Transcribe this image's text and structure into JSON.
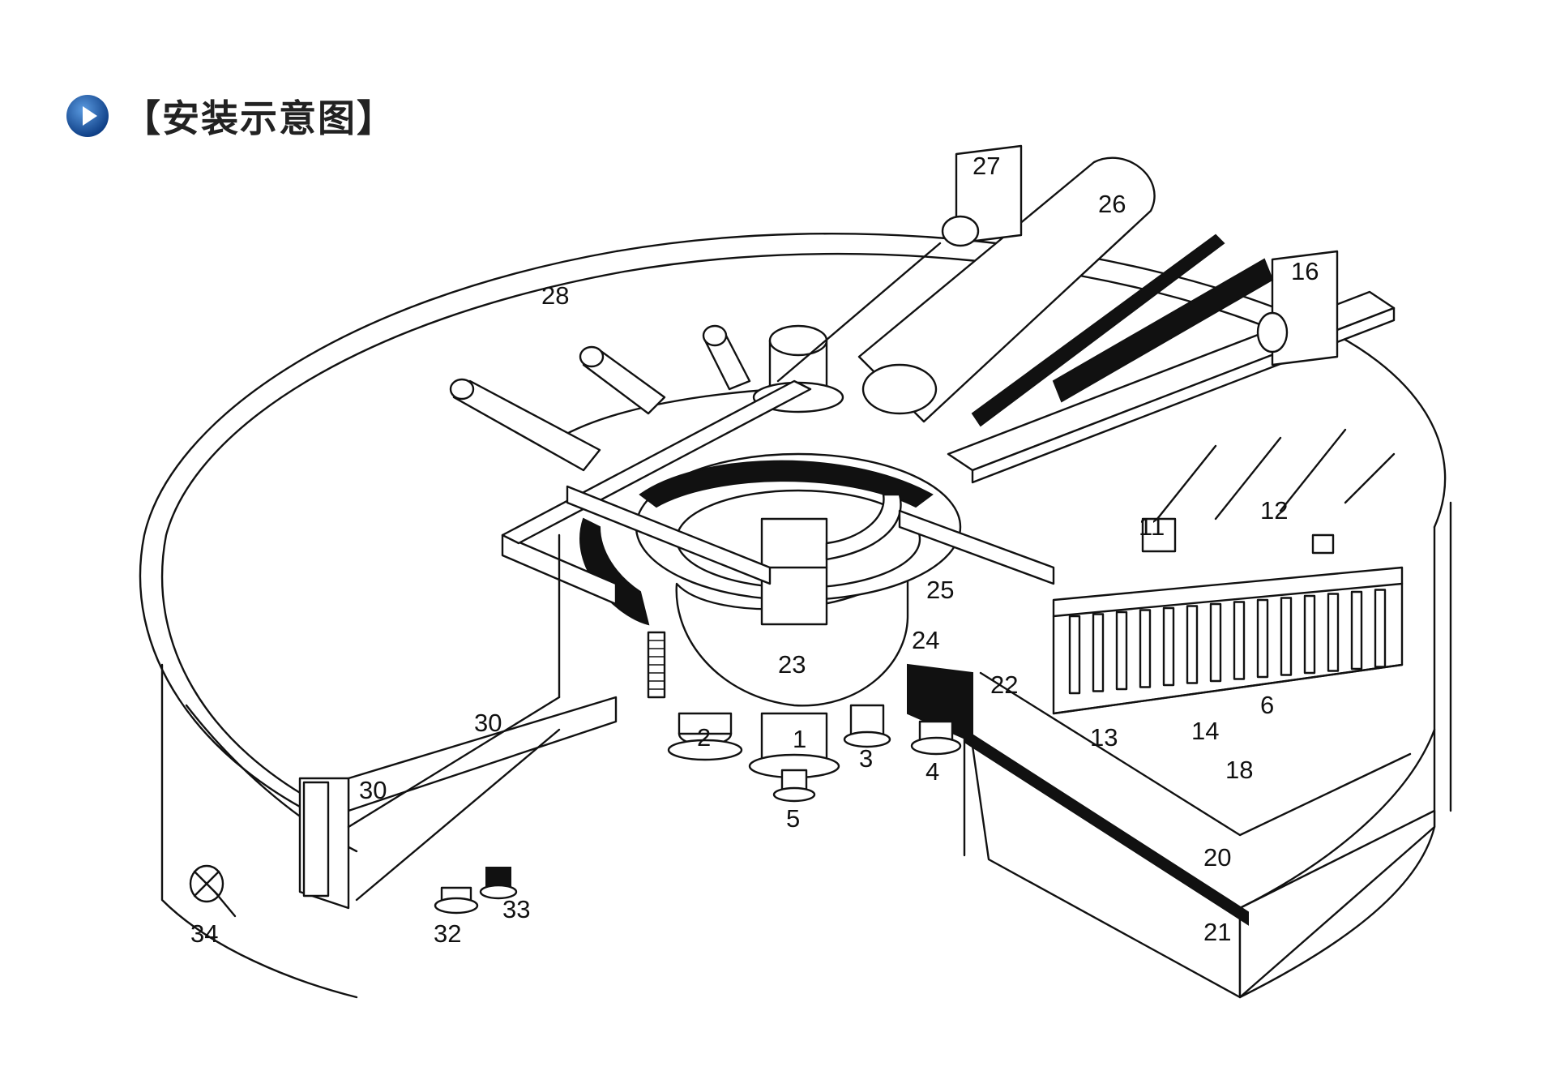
{
  "header": {
    "title": "【安装示意图】",
    "icon": "play-icon",
    "accent": "#1f5fae"
  },
  "labels": [
    {
      "key": "l1",
      "text": "1"
    },
    {
      "key": "l2",
      "text": "2"
    },
    {
      "key": "l3",
      "text": "3"
    },
    {
      "key": "l4",
      "text": "4"
    },
    {
      "key": "l5",
      "text": "5"
    },
    {
      "key": "l6",
      "text": "6"
    },
    {
      "key": "l11",
      "text": "11"
    },
    {
      "key": "l12",
      "text": "12"
    },
    {
      "key": "l13",
      "text": "13"
    },
    {
      "key": "l14",
      "text": "14"
    },
    {
      "key": "l16",
      "text": "16"
    },
    {
      "key": "l18",
      "text": "18"
    },
    {
      "key": "l20",
      "text": "20"
    },
    {
      "key": "l21",
      "text": "21"
    },
    {
      "key": "l22",
      "text": "22"
    },
    {
      "key": "l23",
      "text": "23"
    },
    {
      "key": "l24",
      "text": "24"
    },
    {
      "key": "l25",
      "text": "25"
    },
    {
      "key": "l26",
      "text": "26"
    },
    {
      "key": "l27",
      "text": "27"
    },
    {
      "key": "l28",
      "text": "28"
    },
    {
      "key": "l30a",
      "text": "30"
    },
    {
      "key": "l30b",
      "text": "30"
    },
    {
      "key": "l32",
      "text": "32"
    },
    {
      "key": "l33",
      "text": "33"
    },
    {
      "key": "l34",
      "text": "34"
    }
  ]
}
